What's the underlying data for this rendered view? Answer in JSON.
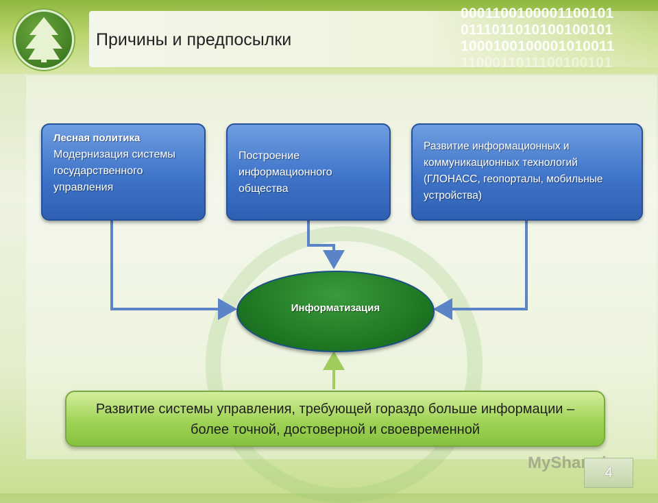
{
  "slide": {
    "title": "Причины и предпосылки",
    "page_number": "4",
    "watermark": "MyShared"
  },
  "binary_lines": [
    "0001100100001100101",
    "0111011010100100101",
    "1000100100001010011",
    "1100011011100100101"
  ],
  "diagram": {
    "box_forest": {
      "bold": "Лесная политика",
      "text": "Модернизация системы государственного управления"
    },
    "box_society": {
      "text": "Построение информационного общества"
    },
    "box_tech": {
      "text": "Развитие информационных и коммуникационных технологий (ГЛОНАСС, геопорталы, мобильные устройства)"
    },
    "center": {
      "label": "Информатизация"
    },
    "bottom": {
      "text": "Развитие системы управления, требующей гораздо больше информации – более точной, достоверной и своевременной"
    }
  },
  "colors": {
    "box_blue": "#3f74c9",
    "arrow_blue": "#5a83c8",
    "ellipse_green": "#1f7a24",
    "bottom_green": "#9fd356"
  }
}
